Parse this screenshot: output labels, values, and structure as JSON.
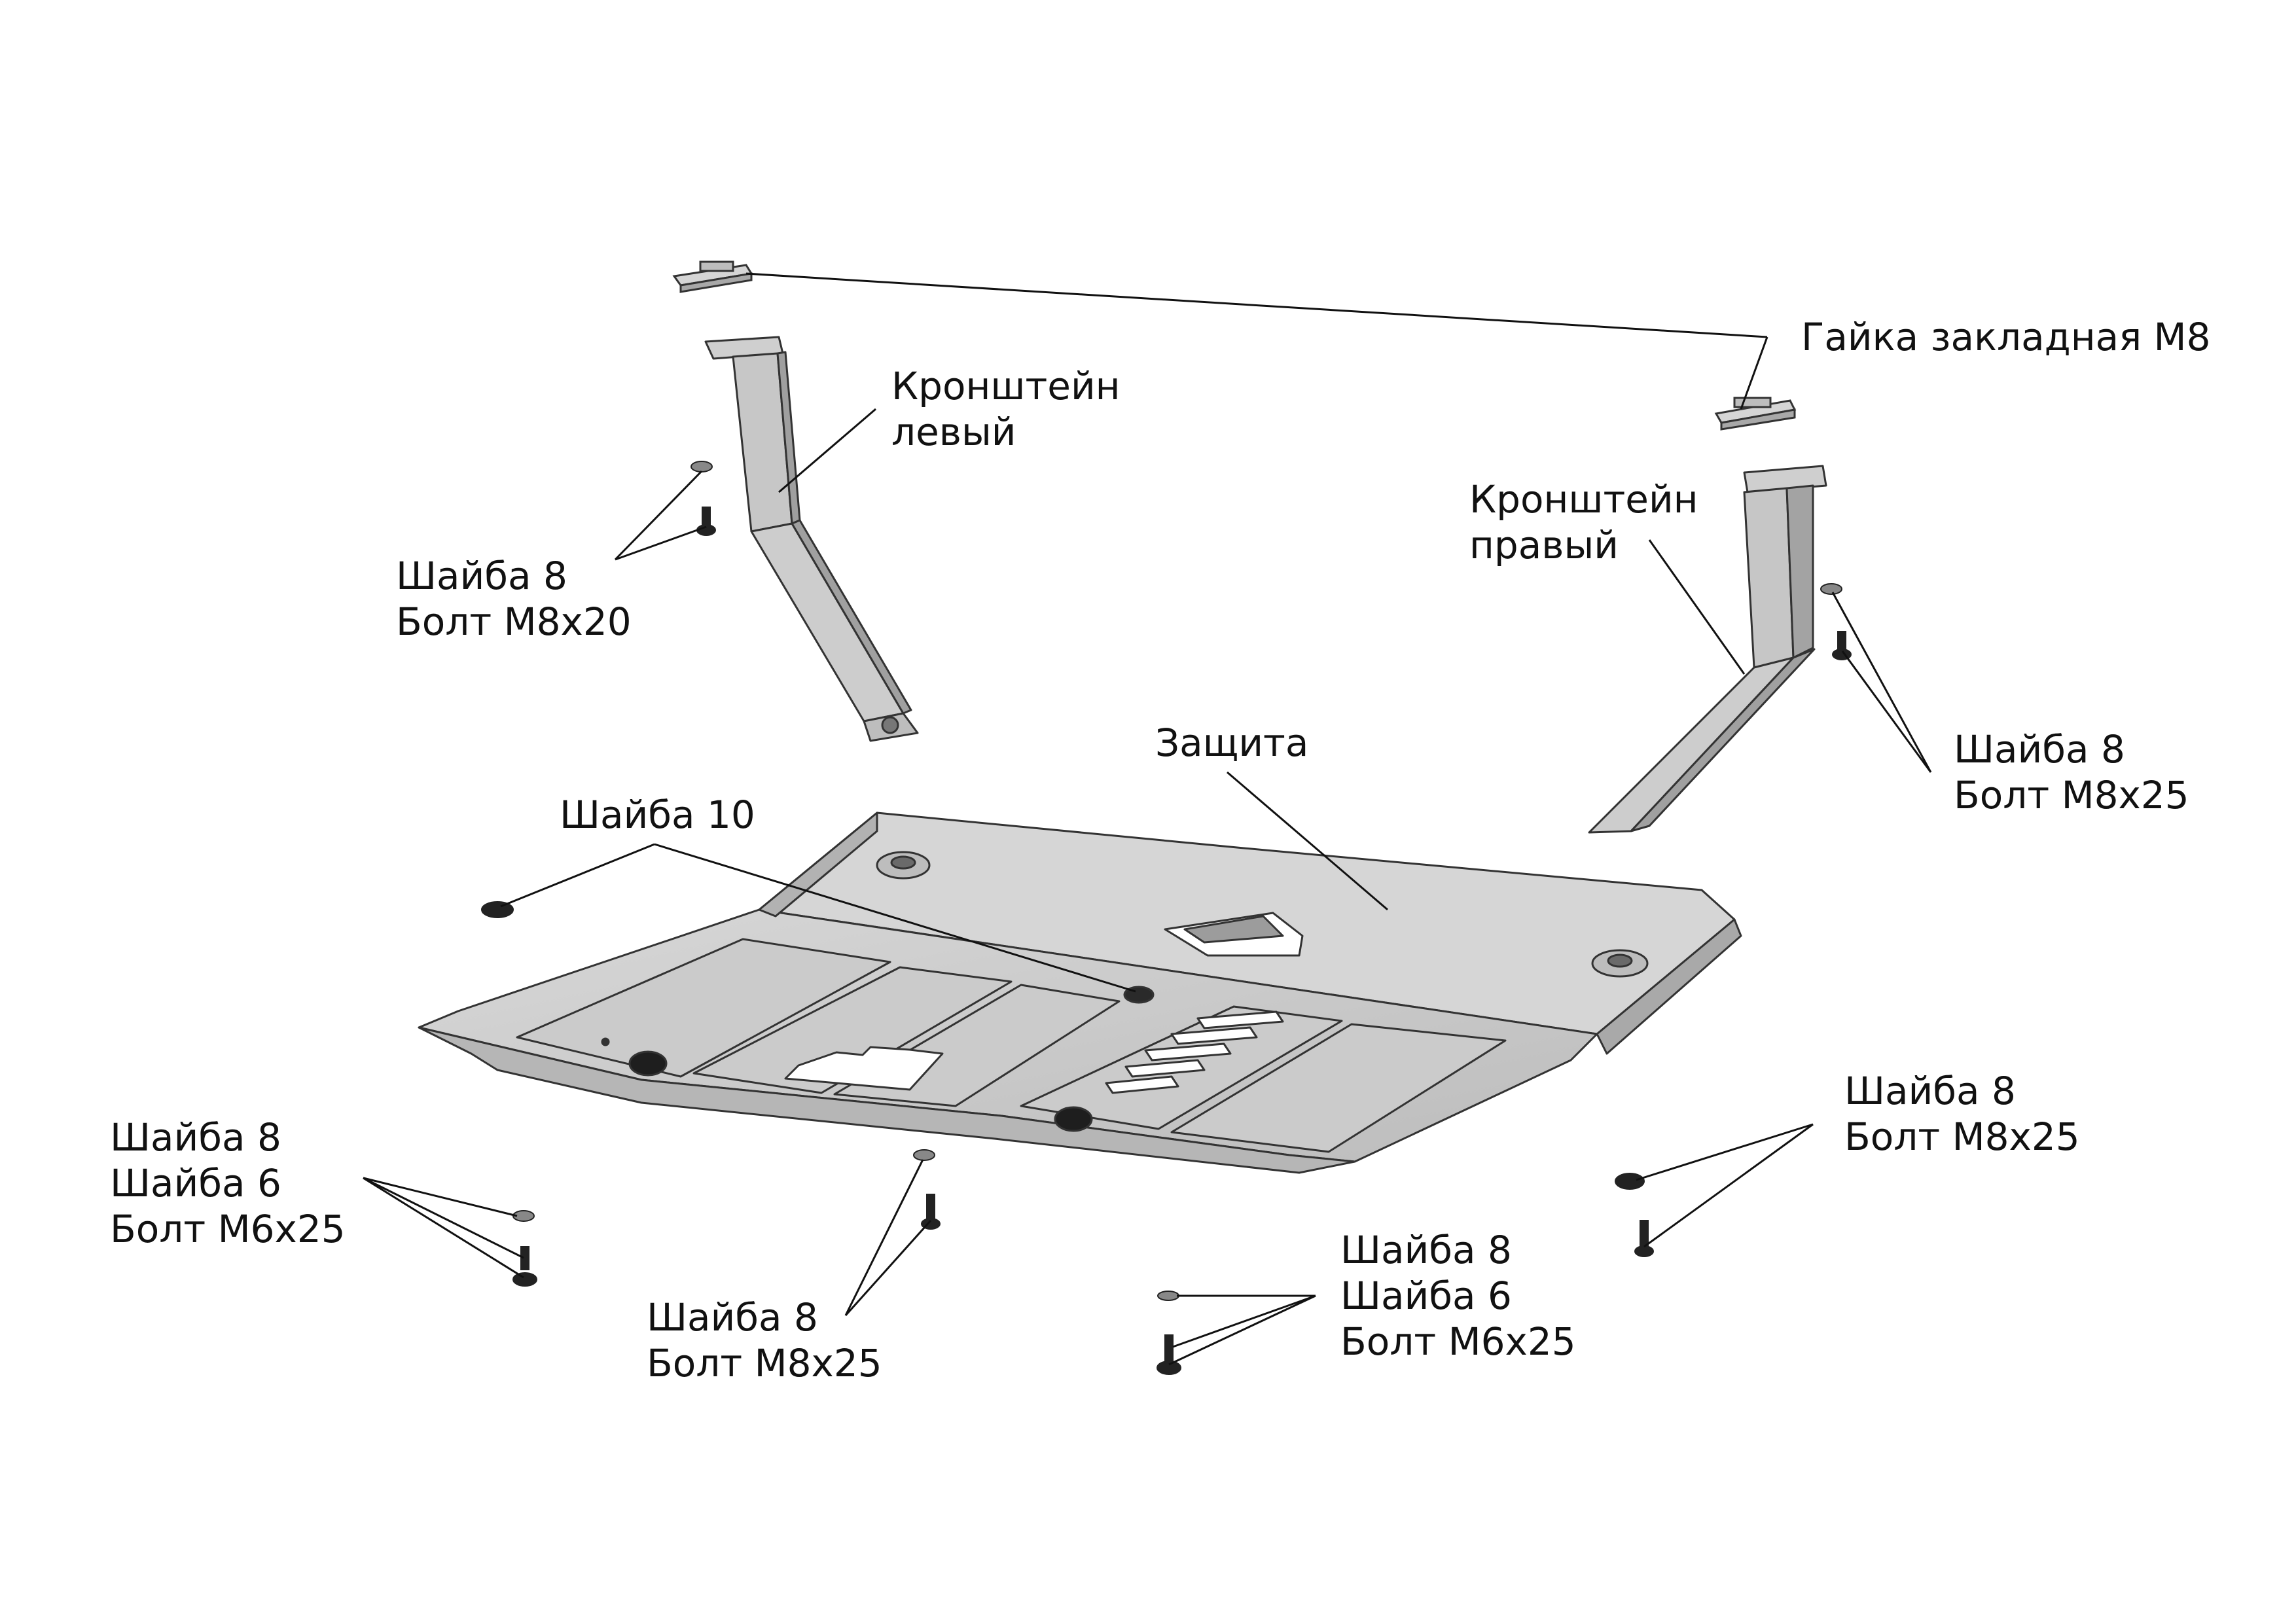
{
  "labels": {
    "nut": "Гайка закладная М8",
    "bracket_left": [
      "Кронштейн",
      "левый"
    ],
    "bracket_right": [
      "Кронштейн",
      "правый"
    ],
    "washer_bolt_left_top": [
      "Шайба 8",
      "Болт М8х20"
    ],
    "washer_bolt_right_top": [
      "Шайба 8",
      "Болт М8х25"
    ],
    "guard": "Защита",
    "washer10": "Шайба 10",
    "washer_bolt_left_bottom": [
      "Шайба 8",
      "Шайба 6",
      "Болт М6х25"
    ],
    "washer_bolt_center": [
      "Шайба 8",
      "Болт М8х25"
    ],
    "washer_bolt_center_right": [
      "Шайба 8",
      "Шайба 6",
      "Болт М6х25"
    ],
    "washer_bolt_right_bottom": [
      "Шайба 8",
      "Болт М8х25"
    ]
  },
  "colors": {
    "part_fill": "#c9c9c9",
    "part_light": "#dcdcdc",
    "part_dark": "#9a9a9a",
    "outline": "#333333",
    "leader": "#111111"
  }
}
